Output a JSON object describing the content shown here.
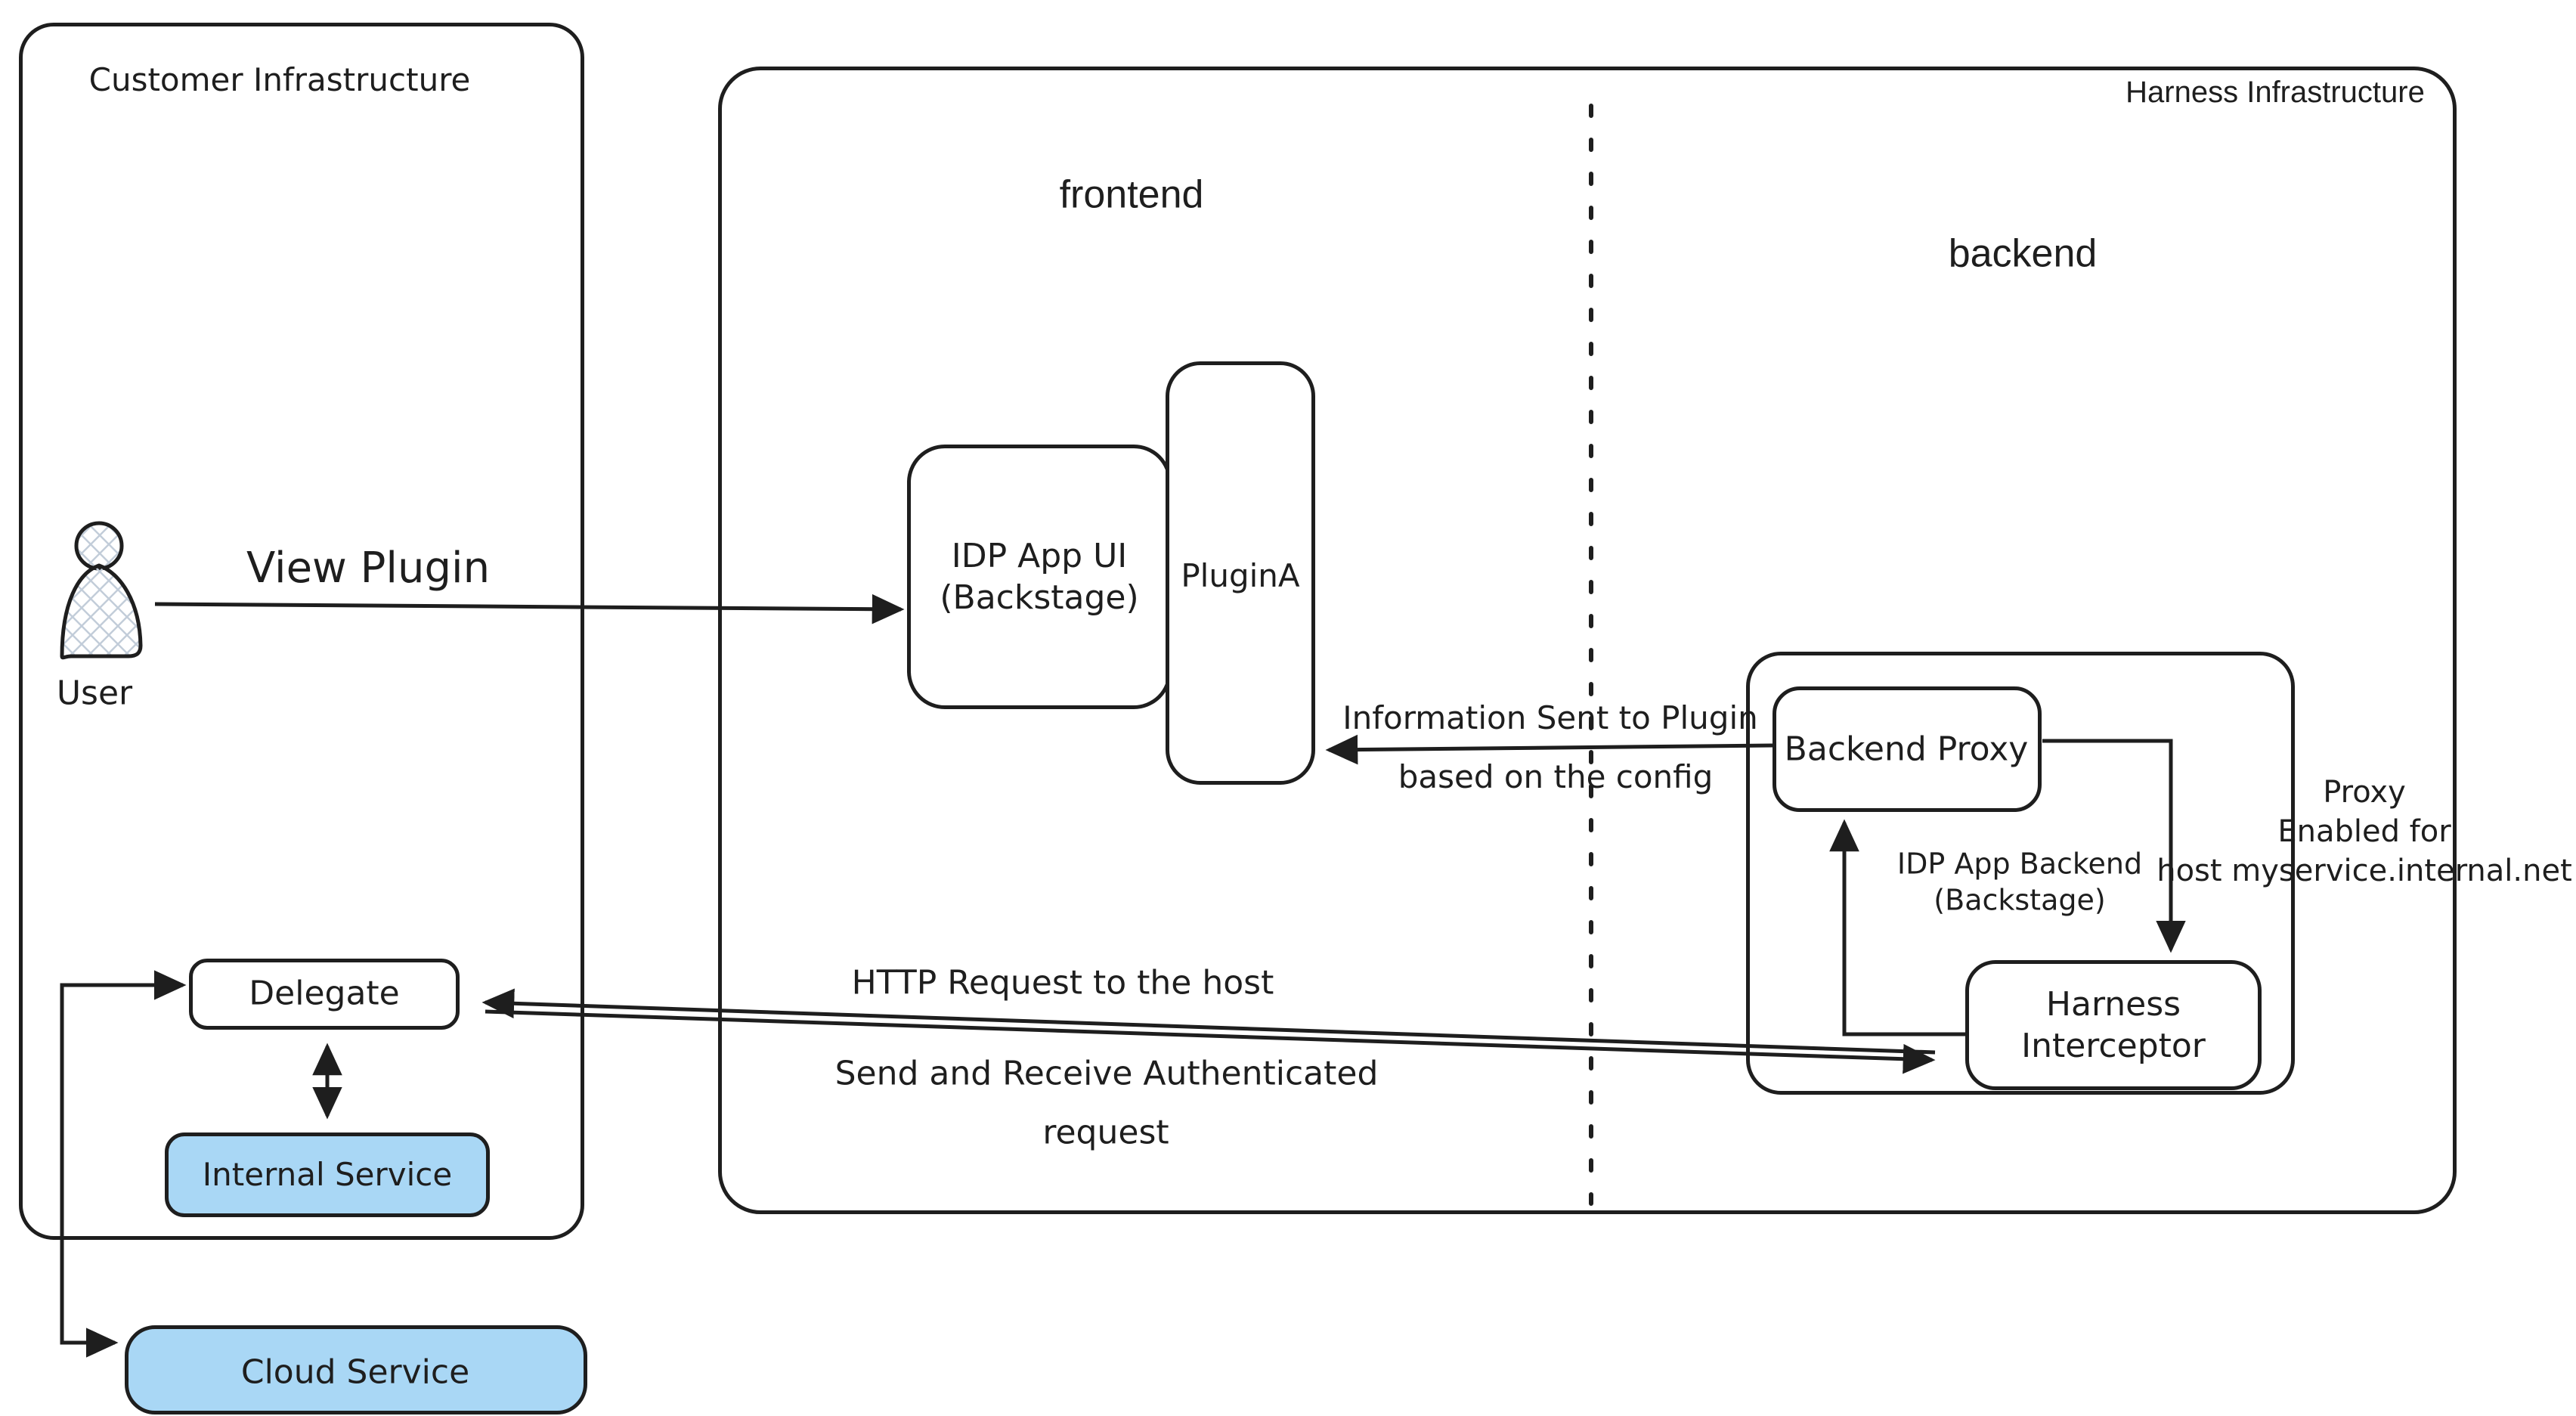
{
  "colors": {
    "stroke": "#1e1e1e",
    "service_fill": "#a9d7f5",
    "hatch": "#c2cdd9",
    "background": "#ffffff"
  },
  "customer": {
    "title": "Customer Infrastructure",
    "user_label": "User",
    "delegate_label": "Delegate",
    "internal_service_label": "Internal Service"
  },
  "cloud_service_label": "Cloud Service",
  "harness": {
    "title": "Harness Infrastructure",
    "frontend_label": "frontend",
    "backend_label": "backend",
    "idp_app_ui": {
      "line1": "IDP App UI",
      "line2": "(Backstage)"
    },
    "plugin_a_label": "PluginA",
    "backend_proxy_label": "Backend Proxy",
    "idp_app_backend": {
      "line1": "IDP App Backend",
      "line2": "(Backstage)"
    },
    "interceptor": {
      "line1": "Harness",
      "line2": "Interceptor"
    },
    "proxy_note": {
      "line1": "Proxy",
      "line2": "Enabled for",
      "line3": "host myservice.internal.net"
    }
  },
  "annotations": {
    "view_plugin": "View Plugin",
    "info_sent": {
      "line1": "Information Sent to Plugin",
      "line2": "based on the config"
    },
    "http_request": "HTTP Request to the host",
    "auth_request": {
      "line1": "Send and Receive Authenticated",
      "line2": "request"
    }
  }
}
